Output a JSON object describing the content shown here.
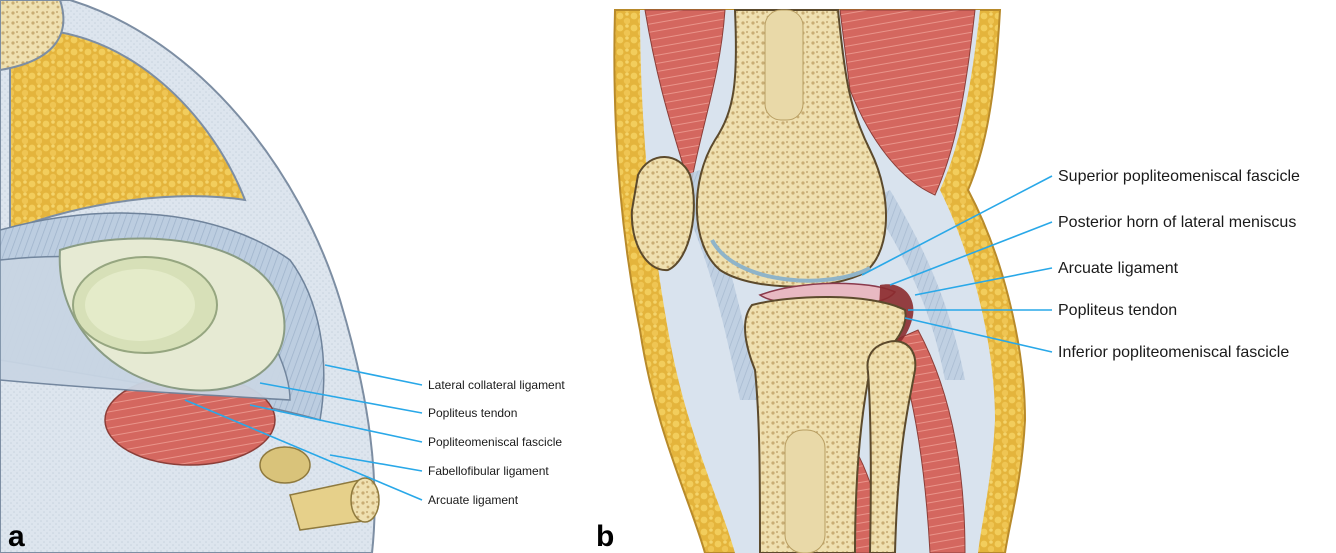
{
  "panel_a": {
    "letter": "a",
    "labels": [
      "Lateral collateral ligament",
      "Popliteus tendon",
      "Popliteomeniscal fascicle",
      "Fabellofibular ligament",
      "Arcuate ligament"
    ]
  },
  "panel_b": {
    "letter": "b",
    "labels": [
      "Superior popliteomeniscal fascicle",
      "Posterior horn of lateral meniscus",
      "Arcuate ligament",
      "Popliteus tendon",
      "Inferior popliteomeniscal fascicle"
    ]
  },
  "colors": {
    "leader": "#29a8e8",
    "fat": "#e2b440",
    "bone_marrow": "#ead9a6",
    "muscle": "#d0625b",
    "ligament": "#b9cbe0",
    "capsule": "#dfe7ef"
  }
}
